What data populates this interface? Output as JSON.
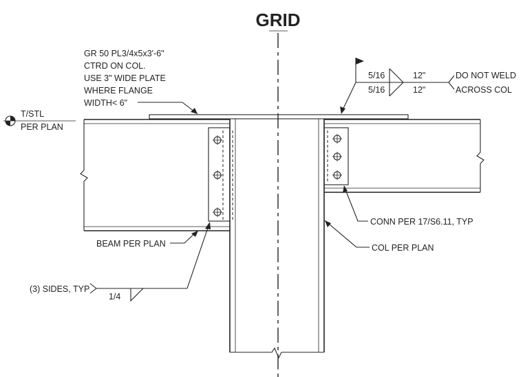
{
  "grid": {
    "label": "GRID"
  },
  "plate_note": {
    "lines": [
      "GR 50 PL3/4x5x3'-6\"",
      "CTRD ON COL.",
      "USE 3\" WIDE PLATE",
      "WHERE FLANGE",
      "WIDTH< 6\""
    ]
  },
  "tos": {
    "line1": "T/STL",
    "line2": "PER PLAN"
  },
  "weld_top": {
    "size_upper": "5/16",
    "size_lower": "5/16",
    "length_upper": "12\"",
    "length_lower": "12\""
  },
  "weld_note": {
    "line1": "DO NOT WELD",
    "line2": "ACROSS COL"
  },
  "conn_note": "CONN PER 17/S6.11, TYP",
  "col_note": "COL PER PLAN",
  "beam_note": "BEAM PER PLAN",
  "sides_note": "(3) SIDES, TYP",
  "weld_bottom": {
    "size": "1/4"
  }
}
